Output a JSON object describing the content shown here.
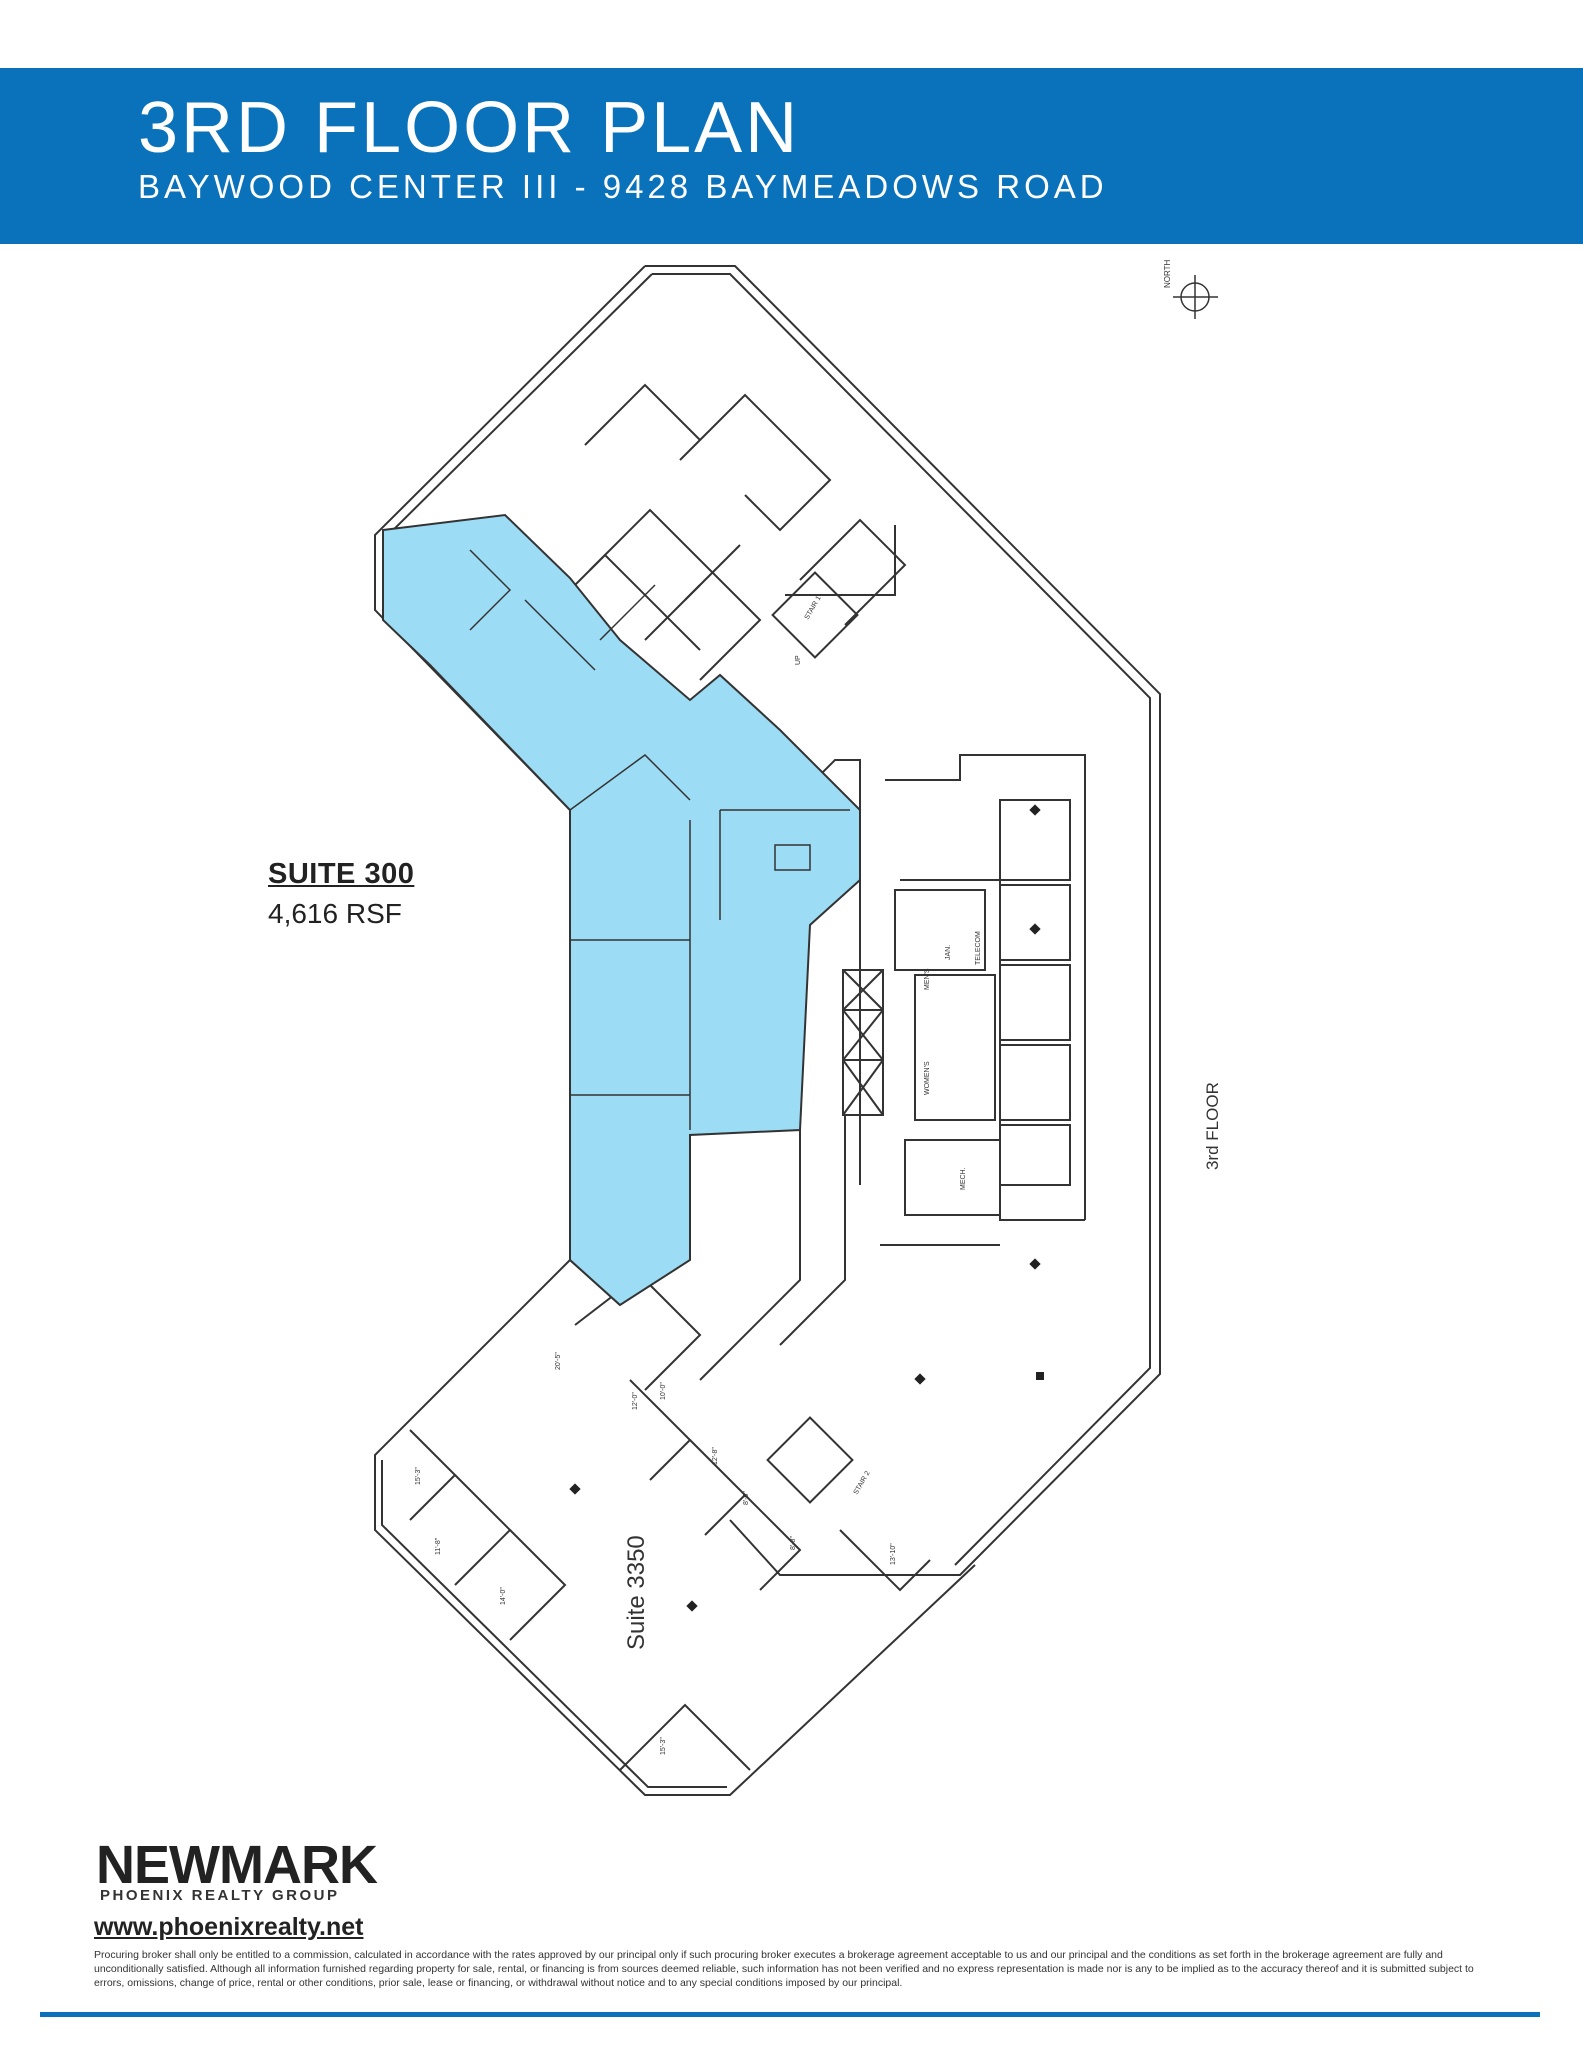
{
  "header": {
    "title": "3RD FLOOR PLAN",
    "subtitle": "BAYWOOD CENTER III - 9428 BAYMEADOWS ROAD"
  },
  "plan": {
    "highlighted_suite": {
      "name": "SUITE 300",
      "area": "4,616 RSF",
      "color": "#9ddcf5"
    },
    "other_suite": "Suite 3350",
    "floor_label": "3rd FLOOR",
    "north_label": "NORTH",
    "stair_labels": [
      "STAIR 1",
      "STAIR 2"
    ],
    "room_labels": {
      "mens": "MEN'S",
      "womens": "WOMEN'S",
      "telecom": "TELECOM",
      "jan": "JAN.",
      "mech": "MECH."
    },
    "up_label": "UP",
    "dimensions": [
      "15'-3\"",
      "11'-8\"",
      "14'-0\"",
      "12'-8\"",
      "10'-0\"",
      "12'-0\"",
      "8'-6\"",
      "8'-8\"",
      "13'-10\"",
      "20'-5\"",
      "15'-3\""
    ]
  },
  "footer": {
    "logo_word": "NEWMARK",
    "logo_sub": "PHOENIX REALTY GROUP",
    "website": "www.phoenixrealty.net",
    "disclaimer": "Procuring broker shall only be entitled to a commission, calculated in accordance with the rates approved by our principal only if such procuring broker executes a brokerage agreement acceptable to us and our principal and the conditions as set forth in the brokerage agreement are fully and unconditionally satisfied. Although all information furnished regarding property for sale, rental, or financing is from sources deemed reliable, such information has not been verified and no express representation is made nor is any to be implied as to the accuracy thereof and it is submitted subject to errors, omissions, change of price, rental or other conditions, prior sale, lease or financing, or withdrawal without notice and to any special conditions imposed by our principal."
  },
  "colors": {
    "brand_blue": "#0a72bb",
    "wall": "#333333"
  }
}
